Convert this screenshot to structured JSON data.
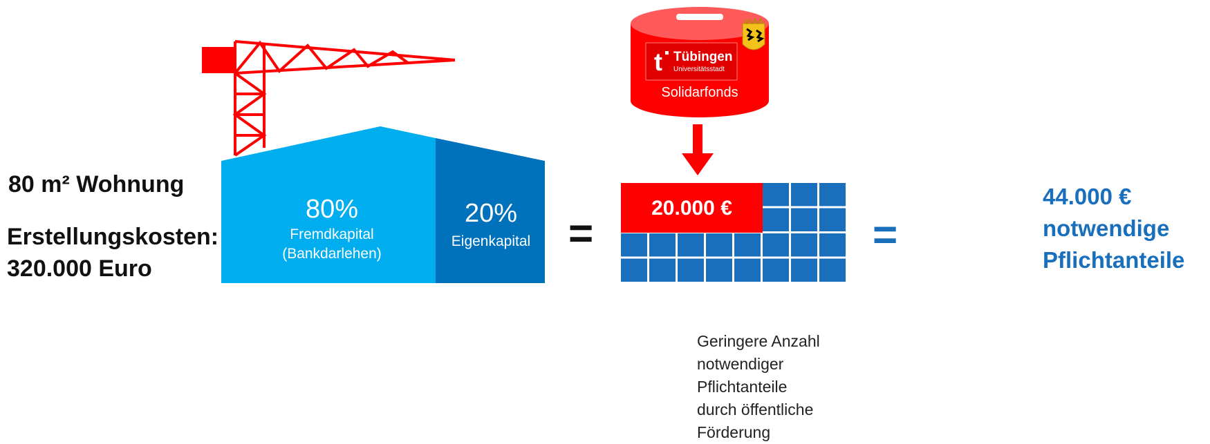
{
  "left": {
    "apartment": "80 m² Wohnung",
    "costs_label": "Erstellungskosten:",
    "costs_value": "320.000 Euro"
  },
  "house": {
    "left_percent": "80%",
    "left_label_1": "Fremdkapital",
    "left_label_2": "(Bankdarlehen)",
    "right_percent": "20%",
    "right_label": "Eigenkapital",
    "colors": {
      "light": "#00aeef",
      "dark": "#0072bc"
    }
  },
  "fund": {
    "brand": "Tübingen",
    "brand_sub": "Universitätsstadt",
    "name": "Solidarfonds",
    "color": "#ff0000"
  },
  "shares": {
    "subsidy_amount": "20.000 €",
    "note_lines": [
      "Geringere Anzahl",
      "notwendiger Pflichtanteile",
      "durch öffentliche",
      "Förderung"
    ]
  },
  "operators": {
    "equals": "="
  },
  "result": {
    "amount": "44.000 €",
    "line2": "notwendige",
    "line3": "Pflichtanteile"
  }
}
